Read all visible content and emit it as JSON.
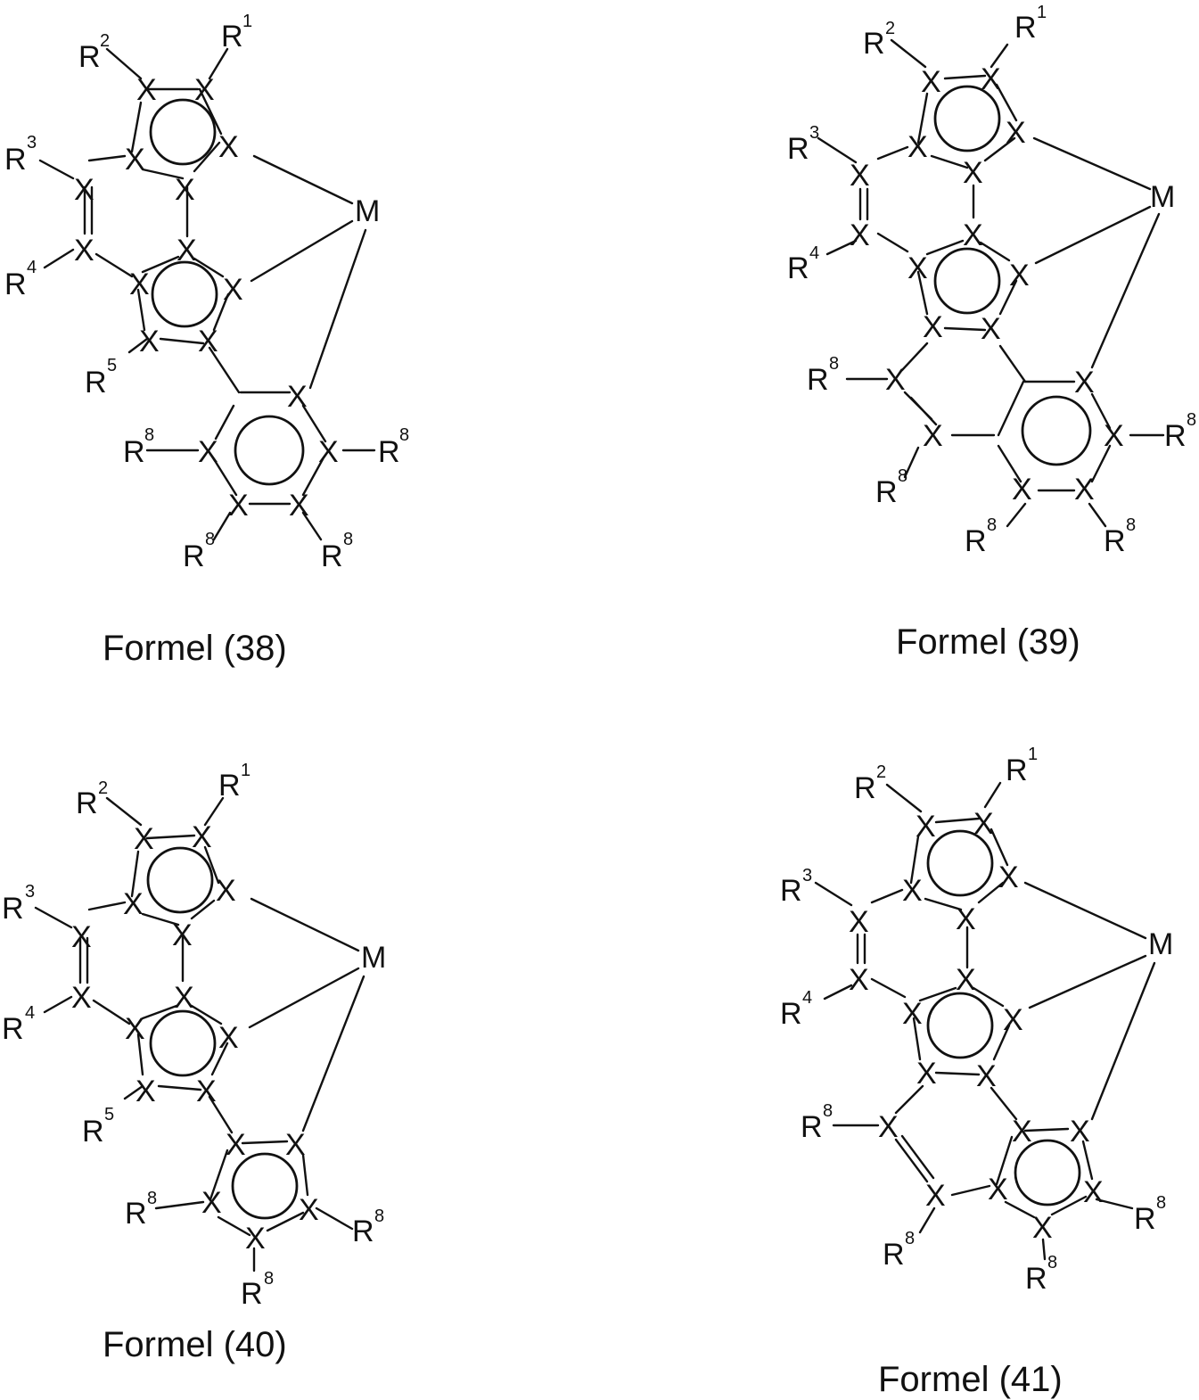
{
  "formulas": [
    {
      "id": "38",
      "caption": "Formel (38)"
    },
    {
      "id": "39",
      "caption": "Formel (39)"
    },
    {
      "id": "40",
      "caption": "Formel (40)"
    },
    {
      "id": "41",
      "caption": "Formel (41)"
    }
  ],
  "labels": {
    "ring_atom": "X",
    "metal": "M",
    "substituent_letter": "R",
    "substituents": [
      "1",
      "2",
      "3",
      "4",
      "5",
      "8"
    ]
  }
}
